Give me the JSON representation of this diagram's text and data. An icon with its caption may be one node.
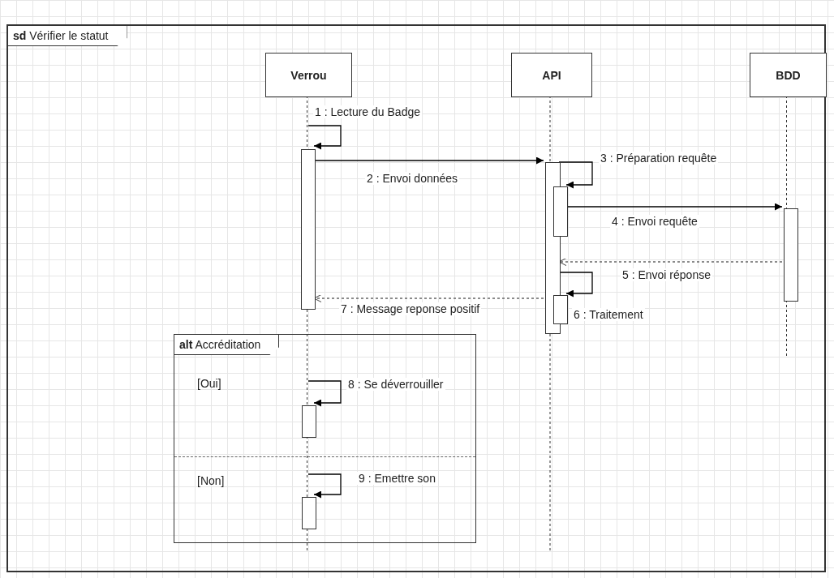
{
  "diagram": {
    "nodes": [
      {
        "text": [
          "**sd** Vérifier le statut"
        ]
      },
      {
        "text": [
          "Verrou"
        ],
        "in": 0
      },
      {
        "text": [
          "API"
        ],
        "in": 0
      },
      {
        "text": [
          "BDD"
        ],
        "in": 0
      },
      {
        "text": [],
        "shape": "bar",
        "in": 0
      },
      {
        "text": [],
        "shape": "bar",
        "in": 0
      },
      {
        "text": [],
        "shape": "bar",
        "in": 0
      },
      {
        "text": [],
        "shape": "bar",
        "in": 0
      },
      {
        "text": [],
        "shape": "bar",
        "in": 0
      },
      {
        "text": [
          "**alt** Accréditation",
          "[Oui]",
          "[Non]"
        ],
        "in": 0
      },
      {
        "text": [],
        "shape": "bar",
        "in": 9
      },
      {
        "text": [],
        "shape": "bar",
        "in": 9
      }
    ],
    "edges": [
      {
        "from": null,
        "to": 4,
        "arrow": "to",
        "label": "1 : Lecture du Badge"
      },
      {
        "from": 4,
        "to": 5,
        "arrow": "to",
        "label": "2 : Envoi données"
      },
      {
        "from": 5,
        "to": 6,
        "arrow": "to",
        "label": "3 : Préparation requête"
      },
      {
        "from": 6,
        "to": 7,
        "arrow": "to",
        "label": "4 : Envoi requête"
      },
      {
        "from": 7,
        "to": 5,
        "arrow": "to",
        "label": "5 : Envoi réponse",
        "style": "dashed",
        "color": "#666666"
      },
      {
        "from": 5,
        "to": 8,
        "arrow": "to",
        "label": "6 : Traitement"
      },
      {
        "from": 5,
        "to": 4,
        "arrow": "to",
        "label": "7 : Message reponse positif",
        "style": "dashed",
        "color": "#666666"
      },
      {
        "from": null,
        "to": 10,
        "arrow": "to",
        "label": "8 : Se déverrouiller"
      },
      {
        "from": null,
        "to": 11,
        "arrow": "to",
        "label": "9 : Emettre son"
      }
    ]
  }
}
